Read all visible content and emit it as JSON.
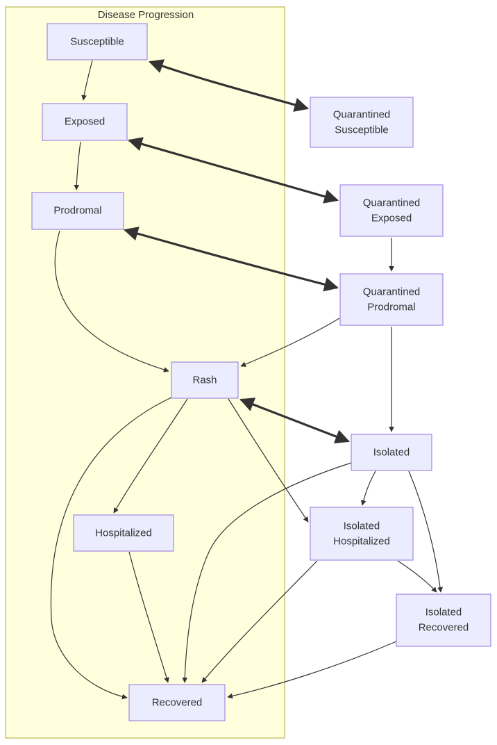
{
  "graph": {
    "title": "Disease Progression",
    "colors": {
      "cluster_fill": "#ffffde",
      "cluster_border": "#aaaa33",
      "node_fill": "#ECECFF",
      "node_border": "#9370DB",
      "edge": "#333333",
      "text": "#333333"
    },
    "nodes": {
      "susceptible": {
        "lines": [
          "Susceptible"
        ]
      },
      "exposed": {
        "lines": [
          "Exposed"
        ]
      },
      "prodromal": {
        "lines": [
          "Prodromal"
        ]
      },
      "rash": {
        "lines": [
          "Rash"
        ]
      },
      "hospitalized": {
        "lines": [
          "Hospitalized"
        ]
      },
      "recovered": {
        "lines": [
          "Recovered"
        ]
      },
      "quarantined_susceptible": {
        "lines": [
          "Quarantined",
          "Susceptible"
        ]
      },
      "quarantined_exposed": {
        "lines": [
          "Quarantined",
          "Exposed"
        ]
      },
      "quarantined_prodromal": {
        "lines": [
          "Quarantined",
          "Prodromal"
        ]
      },
      "isolated": {
        "lines": [
          "Isolated"
        ]
      },
      "isolated_hospitalized": {
        "lines": [
          "Isolated",
          "Hospitalized"
        ]
      },
      "isolated_recovered": {
        "lines": [
          "Isolated",
          "Recovered"
        ]
      }
    },
    "edges": [
      {
        "from": "Susceptible",
        "to": "Exposed",
        "style": "normal",
        "bidirectional": false
      },
      {
        "from": "Susceptible",
        "to": "Quarantined Susceptible",
        "style": "thick",
        "bidirectional": true
      },
      {
        "from": "Exposed",
        "to": "Prodromal",
        "style": "normal",
        "bidirectional": false
      },
      {
        "from": "Exposed",
        "to": "Quarantined Exposed",
        "style": "thick",
        "bidirectional": true
      },
      {
        "from": "Quarantined Exposed",
        "to": "Quarantined Prodromal",
        "style": "normal",
        "bidirectional": false
      },
      {
        "from": "Prodromal",
        "to": "Rash",
        "style": "normal",
        "bidirectional": false
      },
      {
        "from": "Prodromal",
        "to": "Quarantined Prodromal",
        "style": "thick",
        "bidirectional": true
      },
      {
        "from": "Quarantined Prodromal",
        "to": "Rash",
        "style": "normal",
        "bidirectional": false
      },
      {
        "from": "Quarantined Prodromal",
        "to": "Isolated",
        "style": "normal",
        "bidirectional": false
      },
      {
        "from": "Rash",
        "to": "Isolated",
        "style": "thick",
        "bidirectional": true
      },
      {
        "from": "Rash",
        "to": "Hospitalized",
        "style": "normal",
        "bidirectional": false
      },
      {
        "from": "Rash",
        "to": "Isolated Hospitalized",
        "style": "normal",
        "bidirectional": false
      },
      {
        "from": "Rash",
        "to": "Recovered",
        "style": "normal",
        "bidirectional": false
      },
      {
        "from": "Isolated",
        "to": "Isolated Hospitalized",
        "style": "normal",
        "bidirectional": false
      },
      {
        "from": "Isolated",
        "to": "Isolated Recovered",
        "style": "normal",
        "bidirectional": false
      },
      {
        "from": "Isolated",
        "to": "Recovered",
        "style": "normal",
        "bidirectional": false
      },
      {
        "from": "Hospitalized",
        "to": "Recovered",
        "style": "normal",
        "bidirectional": false
      },
      {
        "from": "Isolated Hospitalized",
        "to": "Isolated Recovered",
        "style": "normal",
        "bidirectional": false
      },
      {
        "from": "Isolated Hospitalized",
        "to": "Recovered",
        "style": "normal",
        "bidirectional": false
      },
      {
        "from": "Isolated Recovered",
        "to": "Recovered",
        "style": "normal",
        "bidirectional": false
      }
    ]
  }
}
